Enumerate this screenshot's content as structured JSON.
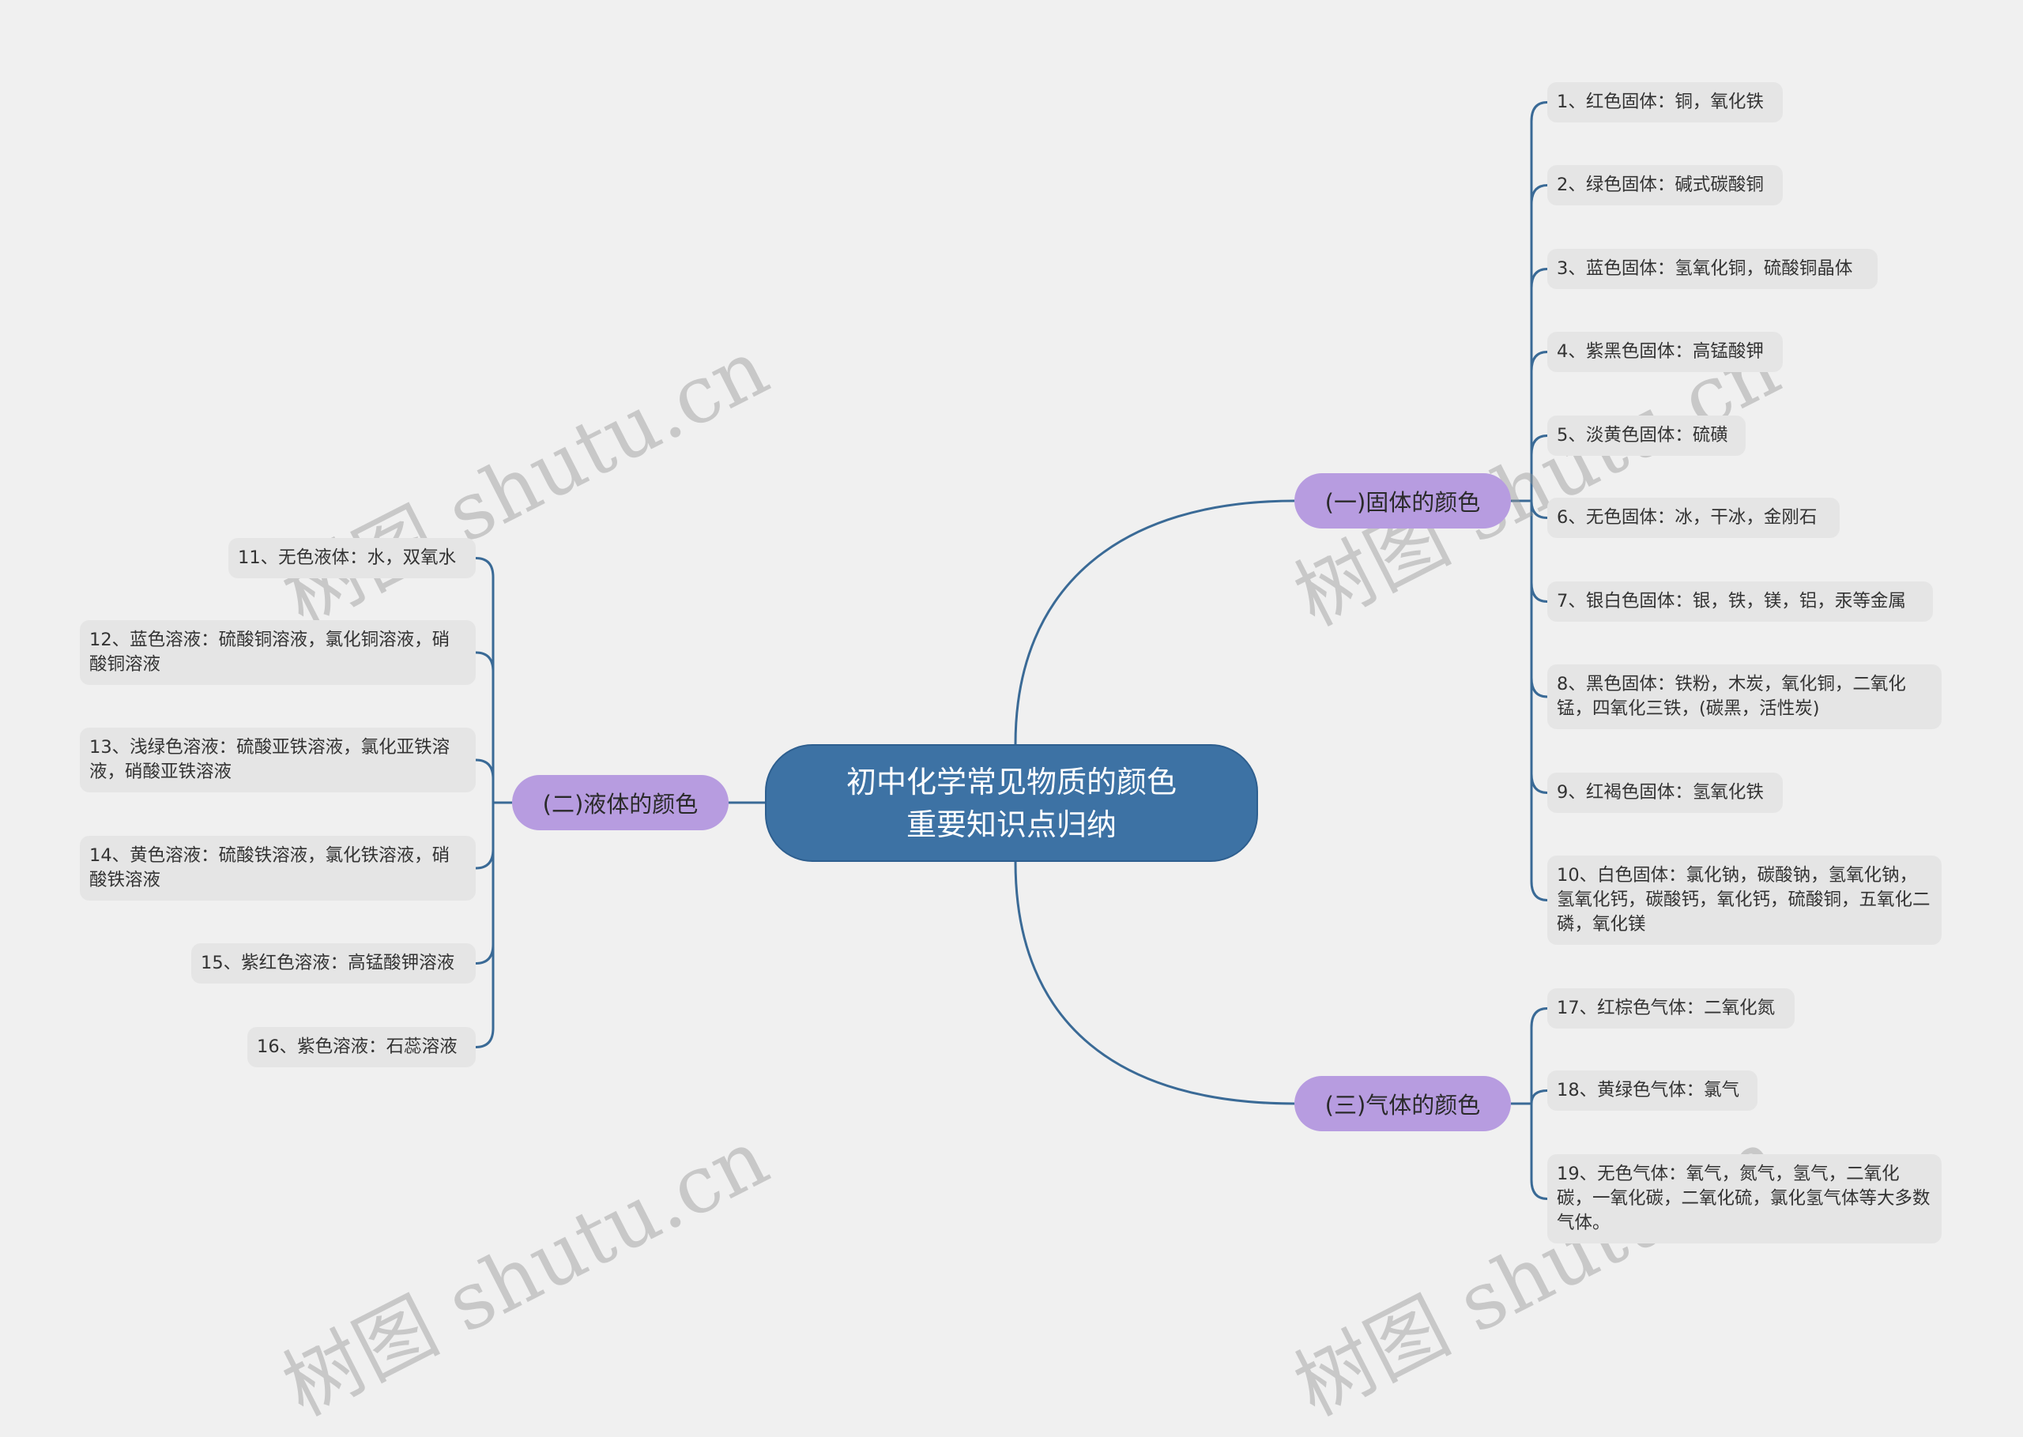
{
  "root": {
    "line1": "初中化学常见物质的颜色",
    "line2": "重要知识点归纳"
  },
  "branches": {
    "solid": {
      "label": "(一)固体的颜色",
      "items": [
        "1、红色固体：铜，氧化铁",
        "2、绿色固体：碱式碳酸铜",
        "3、蓝色固体：氢氧化铜，硫酸铜晶体",
        "4、紫黑色固体：高锰酸钾",
        "5、淡黄色固体：硫磺",
        "6、无色固体：冰，干冰，金刚石",
        "7、银白色固体：银，铁，镁，铝，汞等金属",
        "8、黑色固体：铁粉，木炭，氧化铜，二氧化锰，四氧化三铁，(碳黑，活性炭)",
        "9、红褐色固体：氢氧化铁",
        "10、白色固体：氯化钠，碳酸钠，氢氧化钠，氢氧化钙，碳酸钙，氧化钙，硫酸铜，五氧化二磷，氧化镁"
      ]
    },
    "liquid": {
      "label": "(二)液体的颜色",
      "items": [
        "11、无色液体：水，双氧水",
        "12、蓝色溶液：硫酸铜溶液，氯化铜溶液，硝酸铜溶液",
        "13、浅绿色溶液：硫酸亚铁溶液，氯化亚铁溶液，硝酸亚铁溶液",
        "14、黄色溶液：硫酸铁溶液，氯化铁溶液，硝酸铁溶液",
        "15、紫红色溶液：高锰酸钾溶液",
        "16、紫色溶液：石蕊溶液"
      ]
    },
    "gas": {
      "label": "(三)气体的颜色",
      "items": [
        "17、红棕色气体：二氧化氮",
        "18、黄绿色气体：氯气",
        "19、无色气体：氧气，氮气，氢气，二氧化碳，一氧化碳，二氧化硫，氯化氢气体等大多数气体。"
      ]
    }
  },
  "watermark": "树图 shutu.cn",
  "colors": {
    "root": "#3d72a4",
    "branch": "#b79ce0",
    "line": "#3a6a96",
    "leaf": "#e5e5e5"
  }
}
